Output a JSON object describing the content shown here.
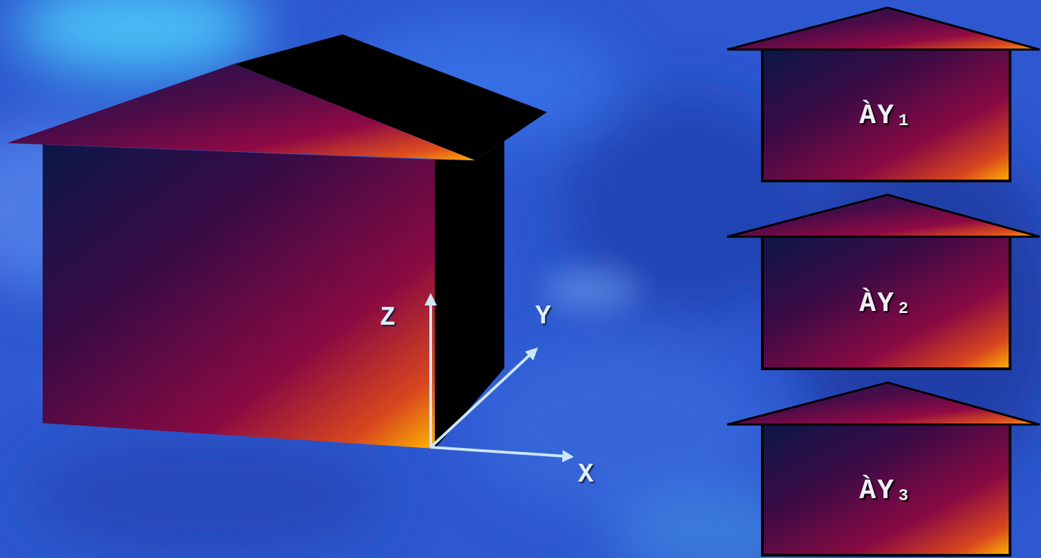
{
  "diagram": {
    "nodes": [
      {
        "text": [
          "ÀY₁"
        ]
      },
      {
        "text": [
          "ÀY₂"
        ]
      },
      {
        "text": [
          "ÀY₃"
        ]
      }
    ],
    "labels": [
      "Z",
      "Y",
      "X"
    ]
  }
}
